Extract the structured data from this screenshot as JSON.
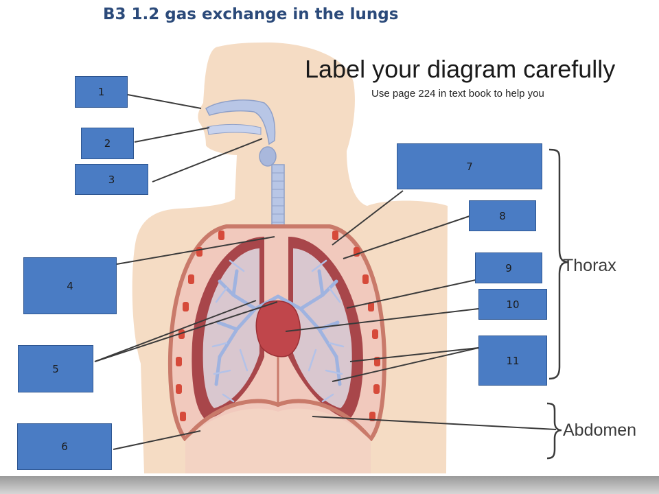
{
  "header": {
    "title": "B3 1.2 gas exchange in the lungs",
    "instruction": "Label your diagram carefully",
    "hint": "Use page 224 in text book to help you"
  },
  "labels": [
    "1",
    "2",
    "3",
    "4",
    "5",
    "6",
    "7",
    "8",
    "9",
    "10",
    "11"
  ],
  "regions": {
    "thorax": "Thorax",
    "abdomen": "Abdomen"
  },
  "colors": {
    "title": "#2b4a7a",
    "label_box": "#4a7cc4",
    "skin": "#f5dcc4",
    "lung_tissue": "#a8464a",
    "airway": "#b8c6e6",
    "heart": "#c0464b"
  }
}
